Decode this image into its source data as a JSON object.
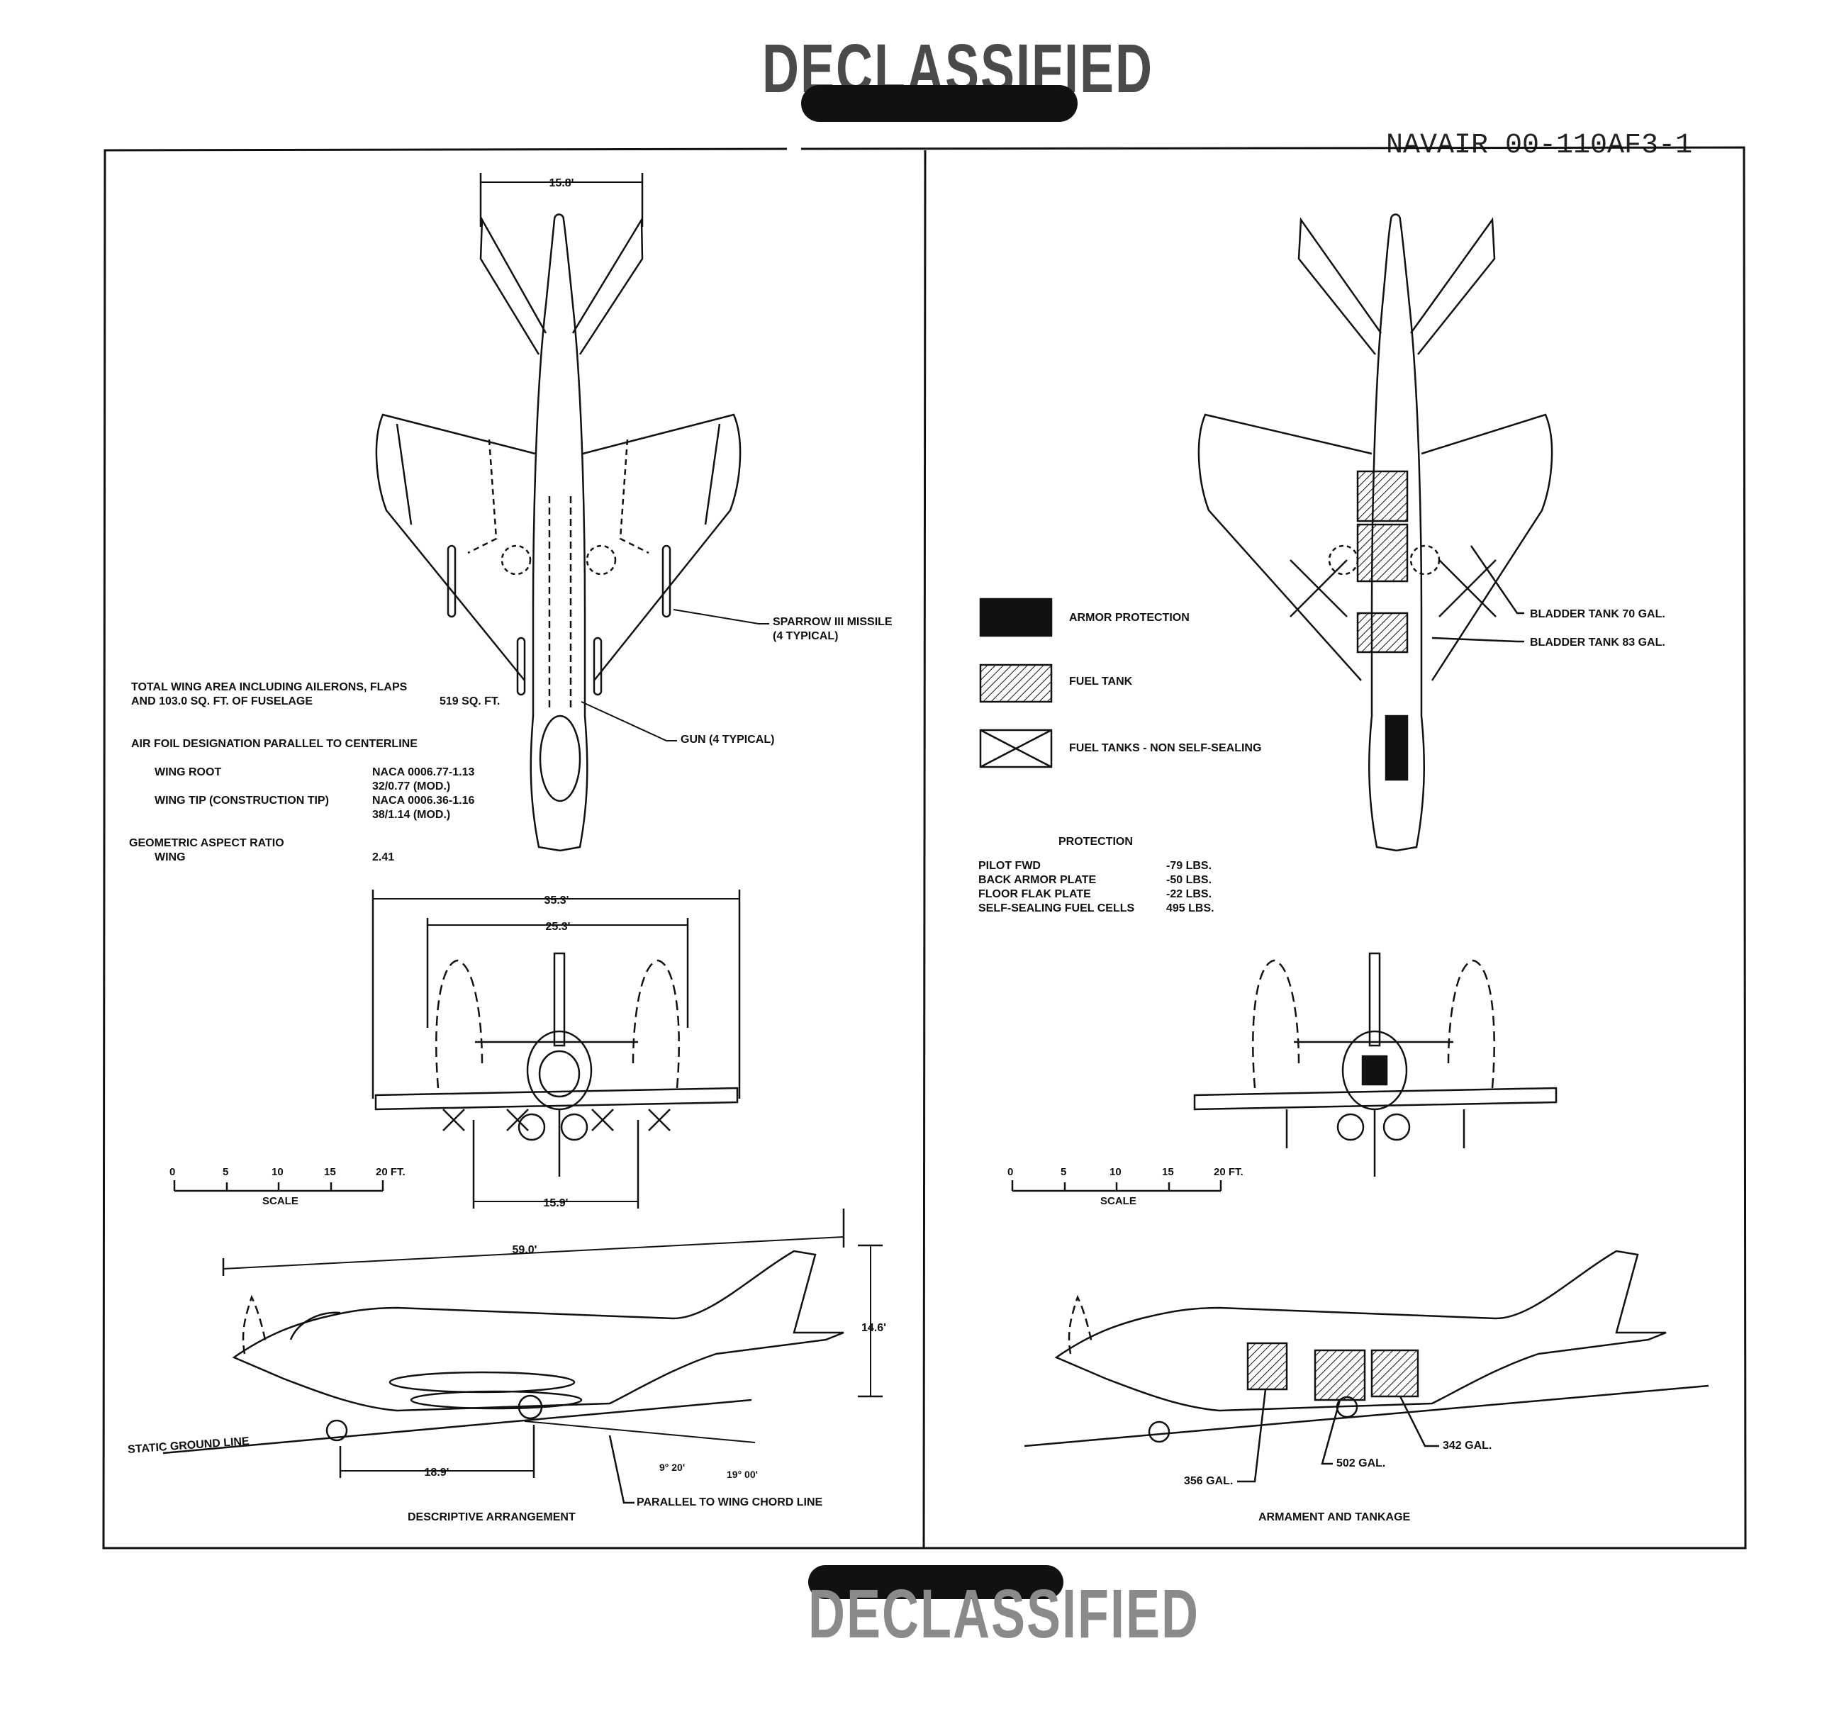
{
  "stamps": {
    "top": "DECLASSIFIED",
    "bottom": "DECLASSIFIED"
  },
  "publication_number": "NAVAIR 00-110AF3-1",
  "left_panel": {
    "caption": "DESCRIPTIVE ARRANGEMENT",
    "dimensions": {
      "tail_span": "15.8'",
      "wing_span": "35.3'",
      "folded_span": "25.3'",
      "tread": "15.9'",
      "length": "59.0'",
      "height": "14.6'",
      "wheelbase": "18.9'"
    },
    "callouts": {
      "sparrow": "SPARROW III MISSILE",
      "sparrow_sub": "(4 TYPICAL)",
      "gun": "GUN (4 TYPICAL)",
      "static_ground_line": "STATIC GROUND LINE",
      "parallel": "PARALLEL TO WING CHORD LINE",
      "angle1": "9° 20'",
      "angle2": "19° 00'"
    },
    "specs": {
      "wing_area_line1": "TOTAL WING AREA INCLUDING AILERONS, FLAPS",
      "wing_area_line2": "AND 103.0 SQ. FT. OF FUSELAGE",
      "wing_area_value": "519 SQ. FT.",
      "airfoil_title": "AIR FOIL DESIGNATION PARALLEL TO CENTERLINE",
      "wing_root_label": "WING ROOT",
      "wing_root_value1": "NACA 0006.77-1.13",
      "wing_root_value2": "32/0.77 (MOD.)",
      "wing_tip_label": "WING TIP (CONSTRUCTION TIP)",
      "wing_tip_value1": "NACA 0006.36-1.16",
      "wing_tip_value2": "38/1.14 (MOD.)",
      "aspect_title": "GEOMETRIC ASPECT RATIO",
      "aspect_label": "WING",
      "aspect_value": "2.41"
    },
    "scale": {
      "ticks": [
        "0",
        "5",
        "10",
        "15",
        "20 FT."
      ],
      "label": "SCALE"
    }
  },
  "right_panel": {
    "caption": "ARMAMENT AND TANKAGE",
    "legend": [
      {
        "label": "ARMOR PROTECTION"
      },
      {
        "label": "FUEL TANK"
      },
      {
        "label": "FUEL TANKS - NON SELF-SEALING"
      }
    ],
    "callouts": {
      "bladder70": "BLADDER TANK 70 GAL.",
      "bladder83": "BLADDER TANK 83 GAL.",
      "tank356": "356 GAL.",
      "tank502": "502 GAL.",
      "tank342": "342 GAL."
    },
    "protection": {
      "title": "PROTECTION",
      "rows": [
        {
          "label": "PILOT FWD",
          "value": "-79 LBS."
        },
        {
          "label": "BACK ARMOR PLATE",
          "value": "-50 LBS."
        },
        {
          "label": "FLOOR FLAK PLATE",
          "value": "-22 LBS."
        },
        {
          "label": "SELF-SEALING FUEL CELLS",
          "value": "495 LBS."
        }
      ]
    },
    "scale": {
      "ticks": [
        "0",
        "5",
        "10",
        "15",
        "20 FT."
      ],
      "label": "SCALE"
    }
  }
}
